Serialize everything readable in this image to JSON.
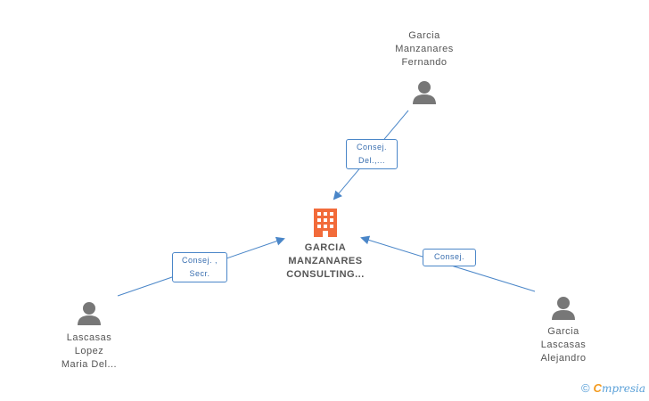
{
  "company": {
    "name_line1": "GARCIA",
    "name_line2": "MANZANARES",
    "name_line3": "CONSULTING..."
  },
  "people": {
    "top": {
      "line1": "Garcia",
      "line2": "Manzanares",
      "line3": "Fernando"
    },
    "bottom_left": {
      "line1": "Lascasas",
      "line2": "Lopez",
      "line3": "Maria Del..."
    },
    "bottom_right": {
      "line1": "Garcia",
      "line2": "Lascasas",
      "line3": "Alejandro"
    }
  },
  "edges": {
    "top": {
      "line1": "Consej.",
      "line2": "Del.,..."
    },
    "left": {
      "line1": "Consej. ,",
      "line2": "Secr."
    },
    "right": {
      "line1": "Consej."
    }
  },
  "watermark": {
    "copyright": "©",
    "brand_first": "C",
    "brand_rest": "mpresia"
  },
  "colors": {
    "edge": "#4a86c8",
    "company_icon": "#f26b3a",
    "person_icon": "#777777"
  }
}
